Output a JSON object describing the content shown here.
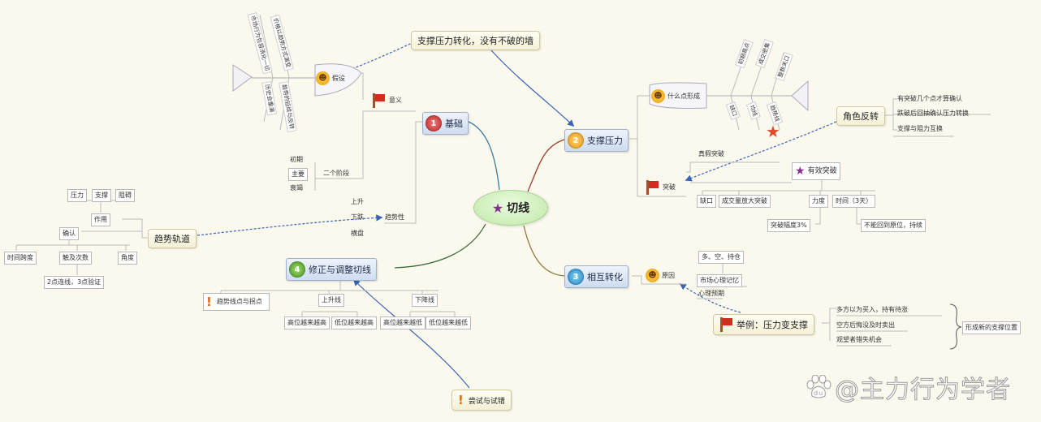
{
  "center": {
    "label": "切线",
    "icon": "purple-star-icon"
  },
  "callout_top": {
    "label": "支撑压力转化，没有不破的墙"
  },
  "branches": {
    "basis": {
      "label": "基础",
      "icon_number": "1",
      "flag_label": "意义",
      "fish_head_label": "假设",
      "fish_bones": [
        "市场行为包容消化一切",
        "价格以趋势方式演变",
        "历史会重演",
        "趋势的延续与反转"
      ],
      "stages_title": "二个阶段",
      "stages": [
        "初期",
        "主要",
        "衰竭"
      ],
      "direction_title": "趋势性",
      "directions": [
        "上升",
        "下跌",
        "横盘"
      ]
    },
    "support": {
      "label": "支撑压力",
      "icon_number": "2",
      "why_label": "什么点形成",
      "fish_bones_top": [
        "前期高点",
        "成交密集",
        "整数关口"
      ],
      "fish_bones_bottom": [
        "缺口",
        "均线",
        "趋势线"
      ],
      "reversal_label": "角色反转",
      "reversal_items": [
        "有突破几个点才算确认",
        "跌破后回抽确认压力转换",
        "支撑与阻力互换"
      ],
      "breakout_flag": "突破",
      "breakout_note": "真假突破",
      "valid_title": "有效突破",
      "valid_items": [
        "缺口",
        "成交量放大突破",
        "力度",
        "时间（3天）"
      ],
      "force_detail": "突破幅度3%",
      "time_detail": "不能回到原位，持续"
    },
    "convert": {
      "label": "相互转化",
      "icon_number": "3",
      "reason_label": "原因",
      "reason_items": [
        "多、空、持仓",
        "市场心理记忆",
        "心理预期"
      ],
      "example_label": "举例：压力变支撑",
      "example_items": [
        "多方以为买入，持有待涨",
        "空方后悔没及时卖出",
        "观望者错失机会"
      ],
      "example_summary": "形成新的支撑位置"
    },
    "correction": {
      "label": "修正与调整切线",
      "icon_number": "4",
      "note_label": "趋势线点与拐点",
      "groups": [
        {
          "title": "上升线",
          "items": [
            "高位越来越高",
            "低位越来越高"
          ]
        },
        {
          "title": "下降线",
          "items": [
            "高位越来越低",
            "低位越来越低"
          ]
        }
      ],
      "trial_label": "尝试与试错"
    },
    "trend": {
      "label": "趋势轨道",
      "forces": [
        "压力",
        "支撑",
        "阻碍"
      ],
      "effect": "作用",
      "confirm": "确认",
      "confirm_items": [
        "时间跨度",
        "触及次数",
        "角度"
      ],
      "confirm_detail": "2点连线，3点验证"
    }
  },
  "watermark": {
    "text": "@主力行为学者",
    "logo": "baidu-paw-icon"
  },
  "colors": {
    "background": "#fbf9ee",
    "center_fill": "#bfe8a6",
    "topic_fill": "#cfdcef",
    "callout_fill": "#f4f0d6",
    "dashed_arrow": "#3c64b4",
    "flag_red": "#d52b1e"
  }
}
